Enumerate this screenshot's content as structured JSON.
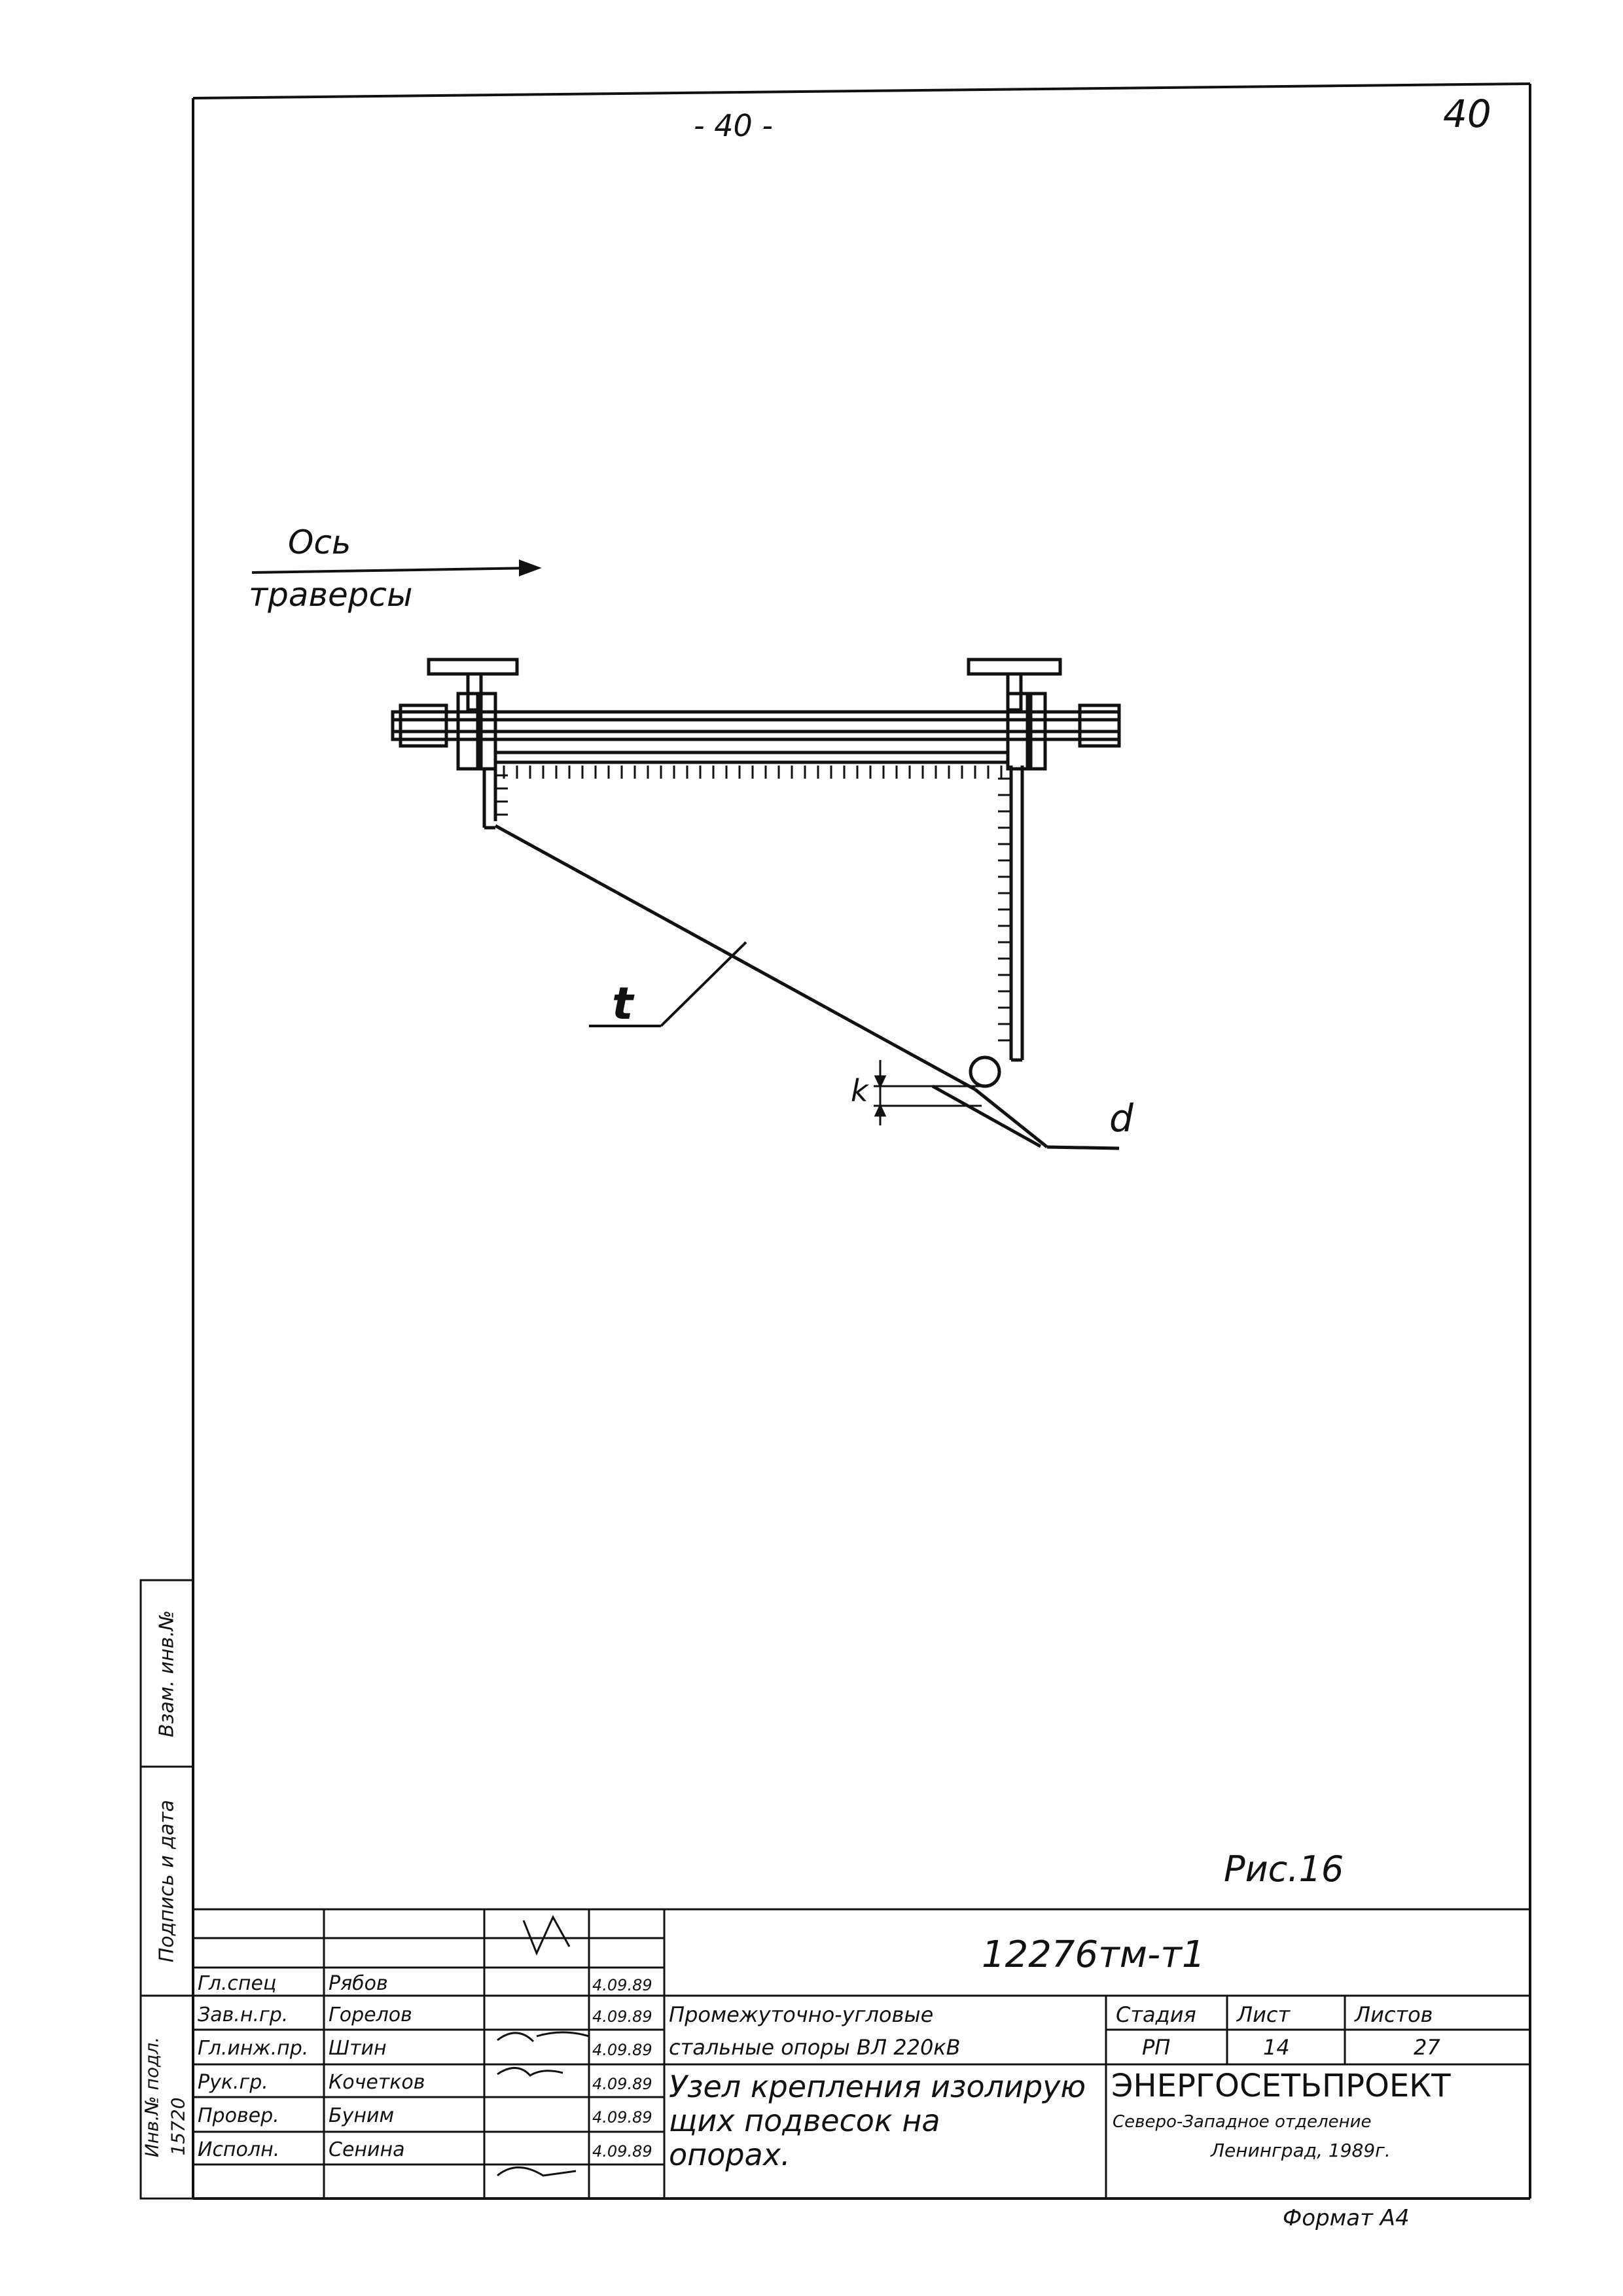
{
  "page": {
    "center_header": "- 40 -",
    "corner_number": "40"
  },
  "drawing": {
    "axis_label_top": "Ось",
    "axis_label_bottom": "траверсы",
    "label_t": "t",
    "label_k": "k",
    "label_d": "d",
    "figure_caption": "Рис.16"
  },
  "side_strip": {
    "vzam_inv": "Взам. инв.№",
    "podpis_data": "Подпись и дата",
    "inv_podl": "Инв.№ подл.",
    "inv_number": "15720"
  },
  "title_block": {
    "doc_code": "12276тм-т1",
    "rows": [
      {
        "role": "Гл.спец",
        "name": "Рябов",
        "date": "4.09.89"
      },
      {
        "role": "Зав.н.гр.",
        "name": "Горелов",
        "date": "4.09.89"
      },
      {
        "role": "Гл.инж.пр.",
        "name": "Штин",
        "date": "4.09.89"
      },
      {
        "role": "Рук.гр.",
        "name": "Кочетков",
        "date": "4.09.89"
      },
      {
        "role": "Провер.",
        "name": "Буним",
        "date": "4.09.89"
      },
      {
        "role": "Исполн.",
        "name": "Сенина",
        "date": "4.09.89"
      }
    ],
    "project_line1": "Промежуточно-угловые",
    "project_line2": "стальные опоры ВЛ 220кВ",
    "sheet_title_line1": "Узел крепления изолирую",
    "sheet_title_line2": "щих подвесок на",
    "sheet_title_line3": "опорах.",
    "stage_label": "Стадия",
    "sheet_label": "Лист",
    "sheets_label": "Листов",
    "stage_value": "РП",
    "sheet_value": "14",
    "sheets_value": "27",
    "org_name": "ЭНЕРГОСЕТЬПРОЕКТ",
    "org_dept": "Северо-Западное отделение",
    "org_city": "Ленинград, 1989г.",
    "format": "Формат А4"
  }
}
